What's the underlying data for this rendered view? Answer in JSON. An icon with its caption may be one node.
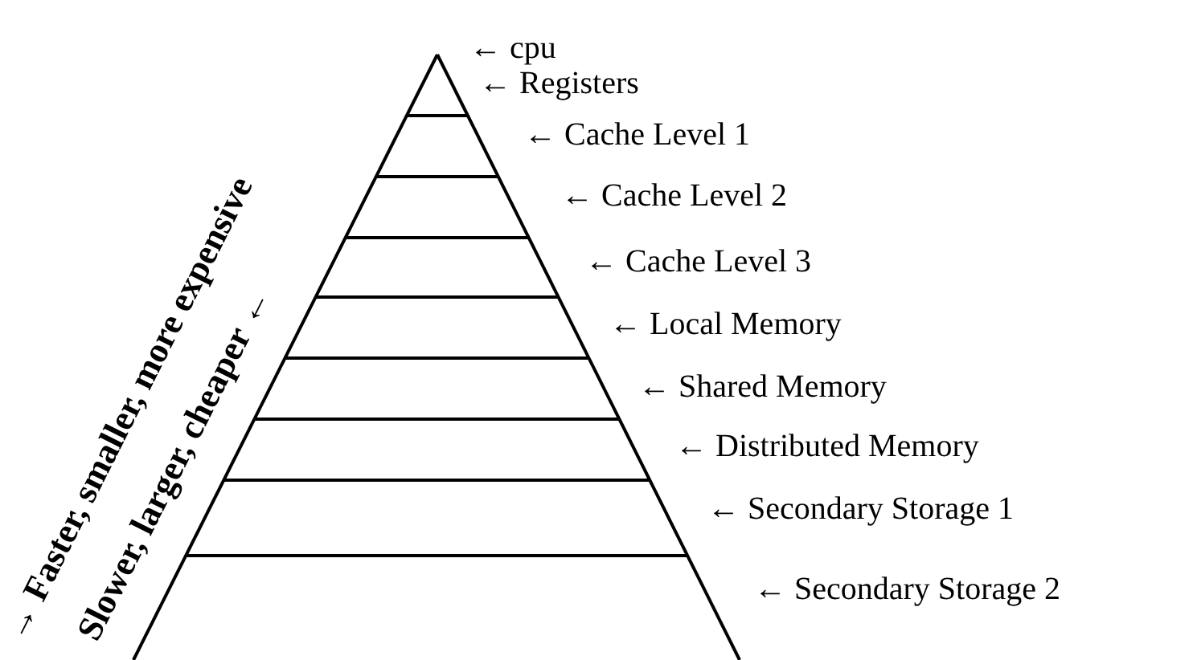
{
  "diagram": {
    "labels": [
      "→ Faster, smaller, more expensive",
      "Slower, larger, cheaper ←",
      "← cpu",
      "← Registers",
      "← Cache Level 1",
      "← Cache Level 2",
      "← Cache Level 3",
      "← Local Memory",
      "← Shared Memory",
      "← Distributed Memory",
      "← Secondary Storage 1",
      "← Secondary Storage 2"
    ]
  }
}
